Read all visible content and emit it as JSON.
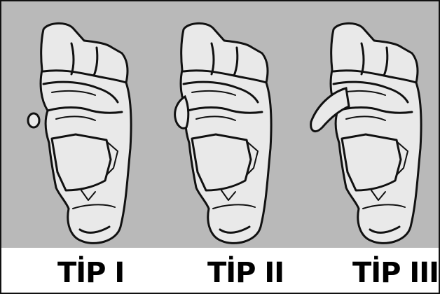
{
  "figure": {
    "panel_background": "#b9b9b9",
    "outline_color": "#111111",
    "bone_fill": "#e9e9e9"
  },
  "types": [
    {
      "label": "TİP I"
    },
    {
      "label": "TİP II"
    },
    {
      "label": "TİP III"
    }
  ]
}
